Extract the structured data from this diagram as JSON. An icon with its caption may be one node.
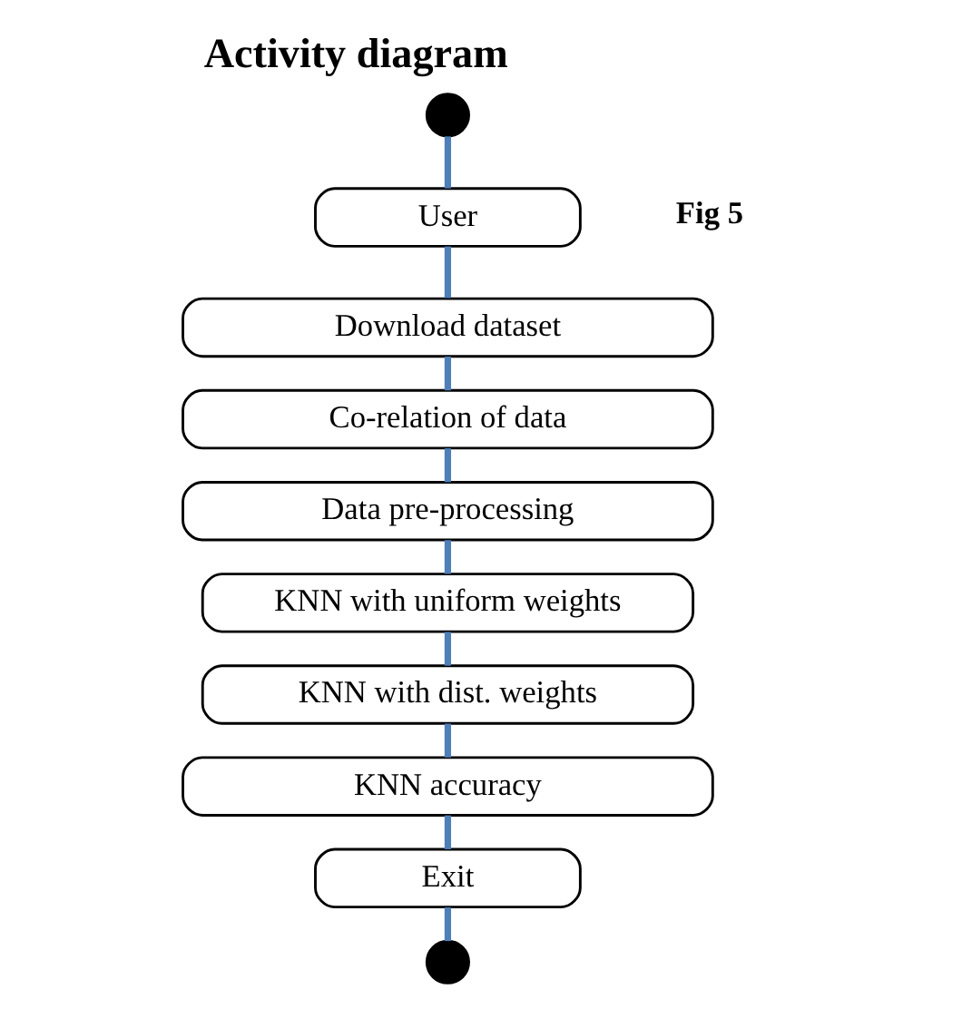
{
  "diagram": {
    "title": "Activity diagram",
    "nodes": [
      {
        "text": [],
        "shape": "circle"
      },
      {
        "text": [
          "User"
        ]
      },
      {
        "text": [
          "Download dataset"
        ]
      },
      {
        "text": [
          "Co-relation of data"
        ]
      },
      {
        "text": [
          "Data pre-processing"
        ]
      },
      {
        "text": [
          "KNN with uniform weights"
        ]
      },
      {
        "text": [
          "KNN with dist. weights"
        ]
      },
      {
        "text": [
          "KNN accuracy"
        ]
      },
      {
        "text": [
          "Exit"
        ]
      },
      {
        "text": [],
        "shape": "circle"
      }
    ],
    "edges": [
      {
        "from": 0,
        "to": 1,
        "arrow": "none"
      },
      {
        "from": 1,
        "to": 2,
        "arrow": "none"
      },
      {
        "from": 2,
        "to": 3,
        "arrow": "none"
      },
      {
        "from": 3,
        "to": 4,
        "arrow": "none"
      },
      {
        "from": 4,
        "to": 5,
        "arrow": "none"
      },
      {
        "from": 5,
        "to": 6,
        "arrow": "none"
      },
      {
        "from": 6,
        "to": 7,
        "arrow": "none"
      },
      {
        "from": 7,
        "to": 8,
        "arrow": "none"
      },
      {
        "from": 8,
        "to": 9,
        "arrow": "none"
      }
    ],
    "labels": [
      "Fig 5"
    ]
  }
}
